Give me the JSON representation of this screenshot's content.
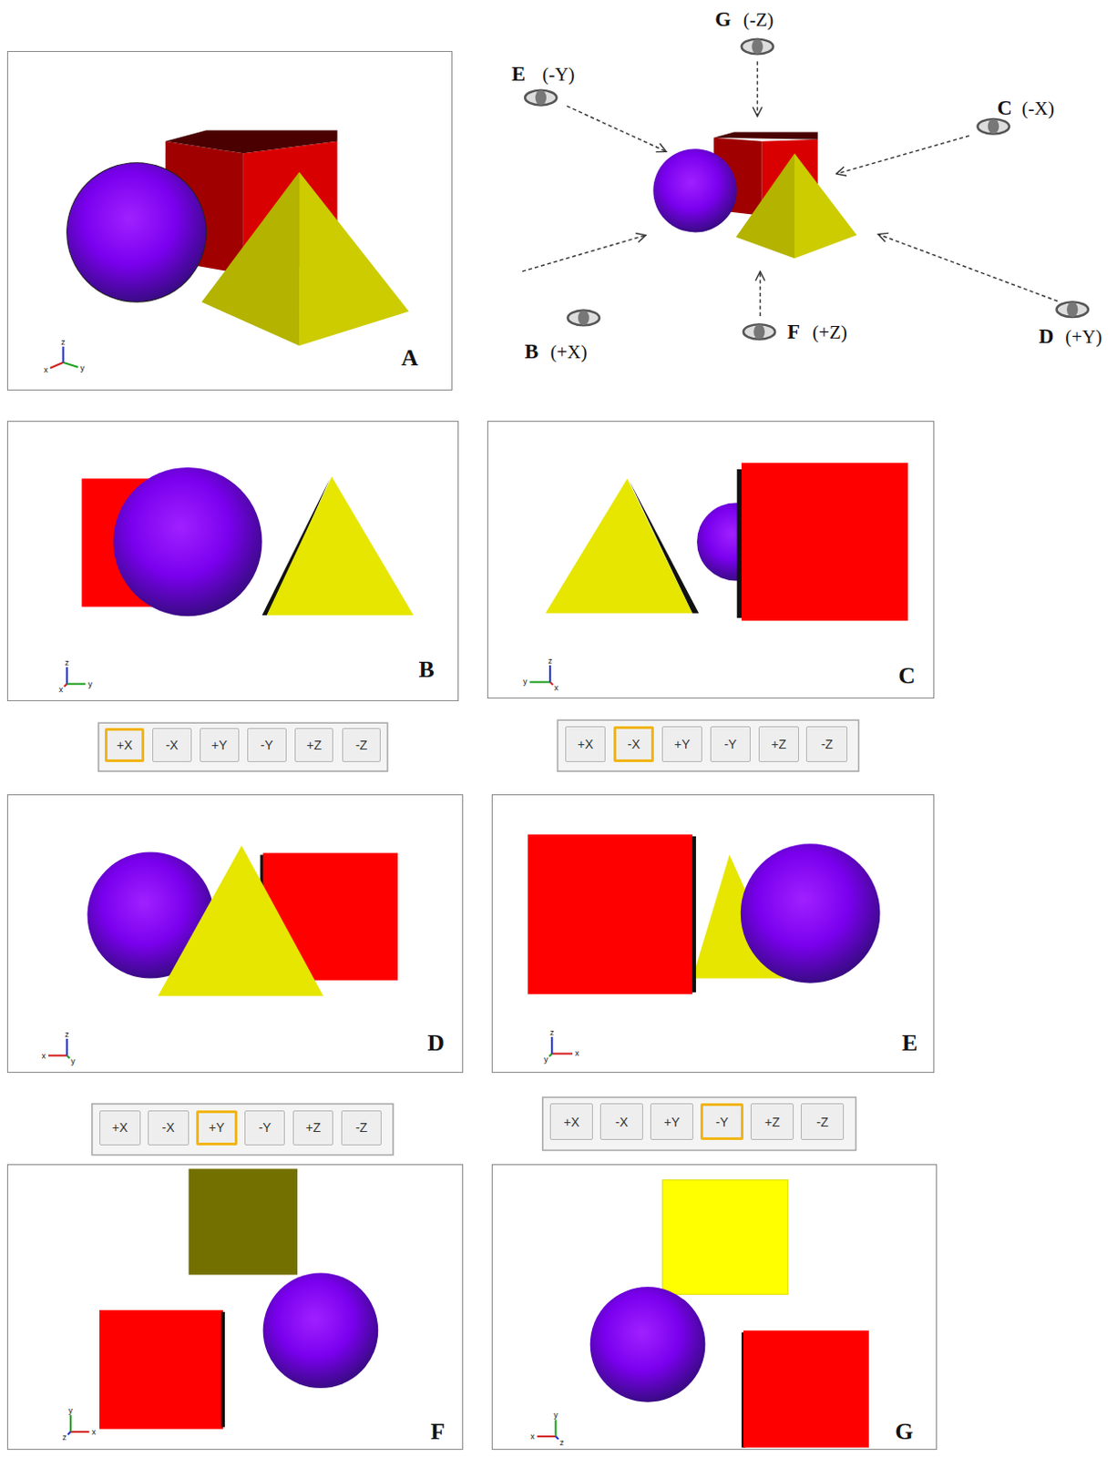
{
  "diagram": {
    "nodes": [
      {
        "text": [
          "A"
        ]
      },
      {
        "text": [
          "B"
        ]
      },
      {
        "text": [
          "C"
        ]
      },
      {
        "text": [
          "+X"
        ]
      },
      {
        "text": [
          "-X"
        ]
      },
      {
        "text": [
          "+Y"
        ]
      },
      {
        "text": [
          "-Y"
        ]
      },
      {
        "text": [
          "+Z"
        ]
      },
      {
        "text": [
          "-Z"
        ]
      },
      {
        "text": [
          "+X"
        ]
      },
      {
        "text": [
          "-X"
        ]
      },
      {
        "text": [
          "+Y"
        ]
      },
      {
        "text": [
          "-Y"
        ]
      },
      {
        "text": [
          "+Z"
        ]
      },
      {
        "text": [
          "-Z"
        ]
      },
      {
        "text": [
          "D"
        ]
      },
      {
        "text": [
          "E"
        ]
      },
      {
        "text": [
          "+X"
        ]
      },
      {
        "text": [
          "-X"
        ]
      },
      {
        "text": [
          "+Y"
        ]
      },
      {
        "text": [
          "-Y"
        ]
      },
      {
        "text": [
          "+Z"
        ]
      },
      {
        "text": [
          "-Z"
        ]
      },
      {
        "text": [
          "+X"
        ]
      },
      {
        "text": [
          "-X"
        ]
      },
      {
        "text": [
          "+Y"
        ]
      },
      {
        "text": [
          "-Y"
        ]
      },
      {
        "text": [
          "+Z"
        ]
      },
      {
        "text": [
          "-Z"
        ]
      },
      {
        "text": [
          "F"
        ]
      },
      {
        "text": [
          "G"
        ]
      }
    ],
    "labels": [
      "G",
      "(-Z)",
      "E",
      "(-Y)",
      "C",
      "(-X)",
      "B",
      "(+X)",
      "F",
      "(+Z)",
      "D",
      "(+Y)",
      "x",
      "y",
      "z",
      "x",
      "y",
      "z",
      "x",
      "y",
      "z",
      "x",
      "y",
      "z",
      "x",
      "y",
      "z",
      "x",
      "y",
      "z",
      "x",
      "y",
      "z"
    ]
  }
}
